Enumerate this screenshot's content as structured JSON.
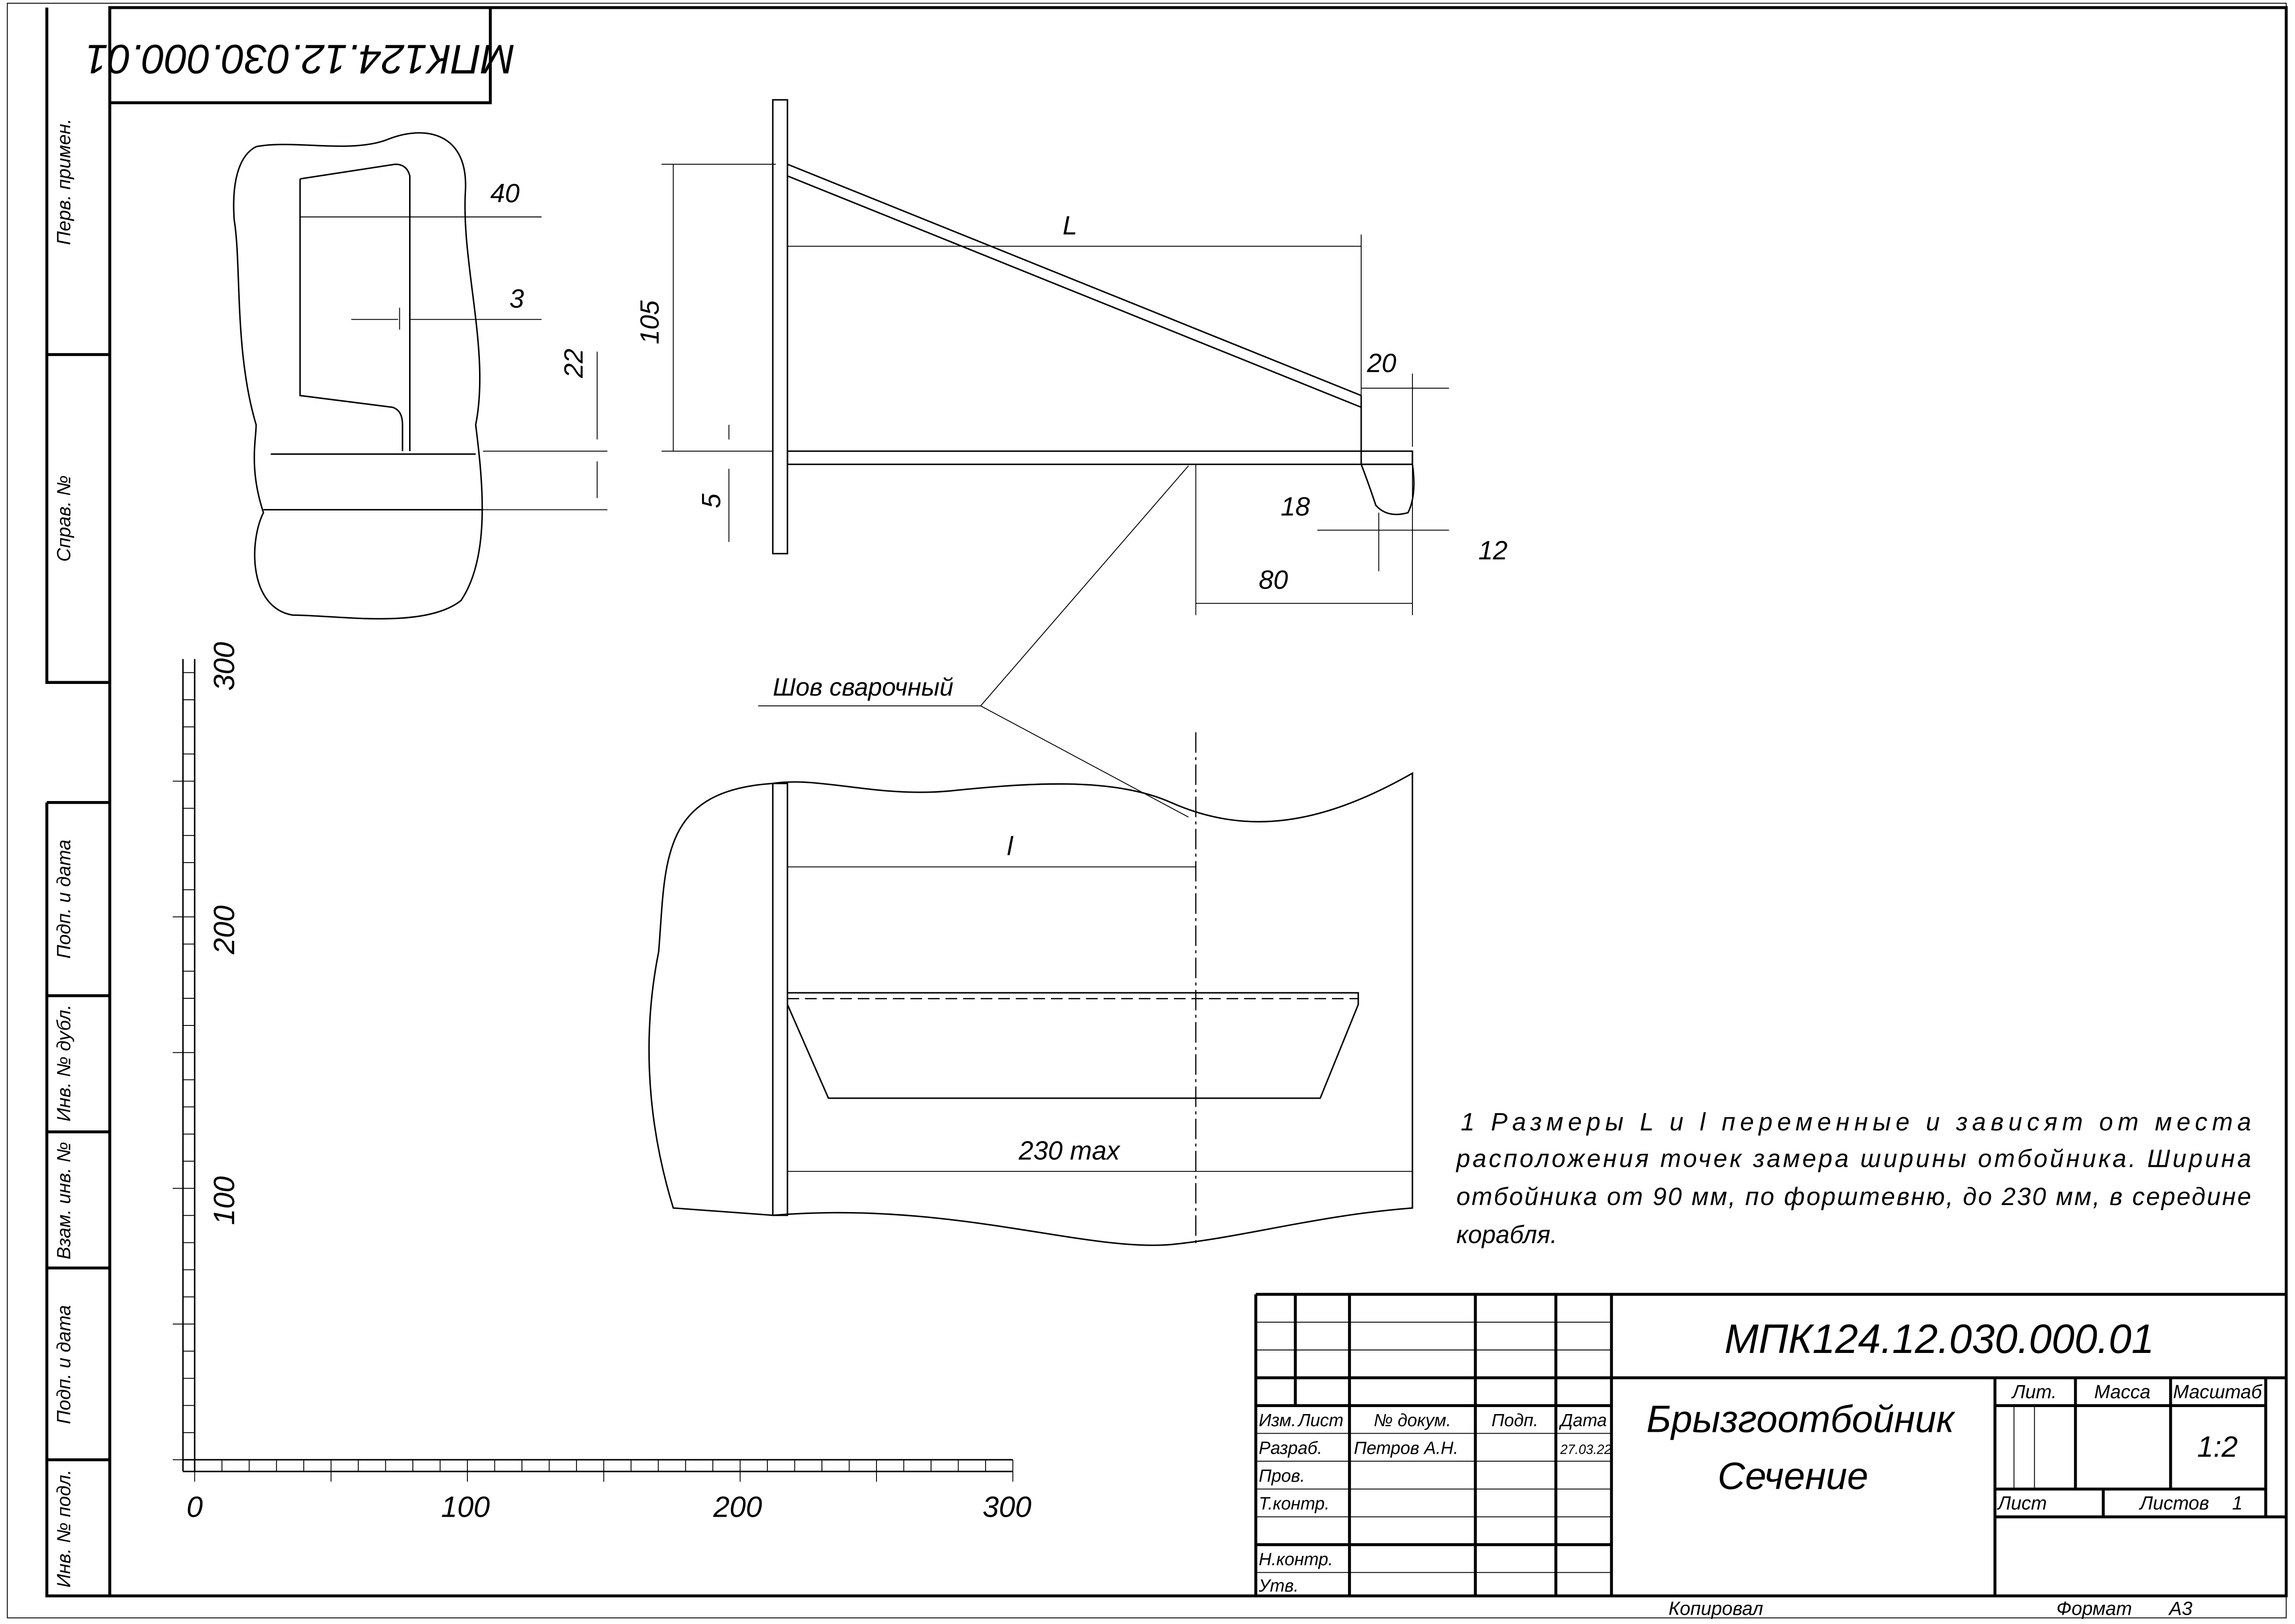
{
  "sidebar": {
    "labels": [
      "Перв. примен.",
      "Справ. №",
      "Подп. и дата",
      "Инв. № дубл.",
      "Взам. инв. №",
      "Подп. и дата",
      "Инв. № подл."
    ]
  },
  "stamp_code": "МПК124.12.030.000.01",
  "detail_view": {
    "dim_40": "40",
    "dim_3": "3",
    "dim_22": "22"
  },
  "section_view": {
    "dim_105": "105",
    "dim_L": "L",
    "dim_20": "20",
    "dim_5": "5",
    "dim_18": "18",
    "dim_12": "12",
    "dim_80": "80"
  },
  "weld_label": "Шов сварочный",
  "plan_view": {
    "dim_l": "l",
    "dim_230": "230 max"
  },
  "ruler": {
    "vertical": [
      "100",
      "200",
      "300"
    ],
    "horizontal": [
      "0",
      "100",
      "200",
      "300"
    ]
  },
  "note": {
    "lines": [
      "1 Размеры  L  и  l  переменные  и  зависят  от  места",
      "расположения  точек  замера  ширины  отбойника.  Ширина",
      "отбойника от 90 мм, по форштевню, до 230 мм, в середине",
      "корабля."
    ]
  },
  "title_block": {
    "code": "МПК124.12.030.000.01",
    "name_line1": "Брызгоотбойник",
    "name_line2": "Сечение",
    "headers": {
      "izm": "Изм.",
      "list": "Лист",
      "doc": "№ докум.",
      "sign": "Подп.",
      "date": "Дата"
    },
    "roles": {
      "razrab": "Разраб.",
      "prov": "Пров.",
      "tkontr": "Т.контр.",
      "nkontr": "Н.контр.",
      "utv": "Утв."
    },
    "developer": "Петров А.Н.",
    "dev_date": "27.03.22",
    "lit_label": "Лит.",
    "mass_label": "Масса",
    "scale_label": "Масштаб",
    "scale": "1:2",
    "sheet_label": "Лист",
    "sheets_label": "Листов",
    "sheets": "1"
  },
  "footer": {
    "copied": "Копировал",
    "format_label": "Формат",
    "format": "А3"
  }
}
